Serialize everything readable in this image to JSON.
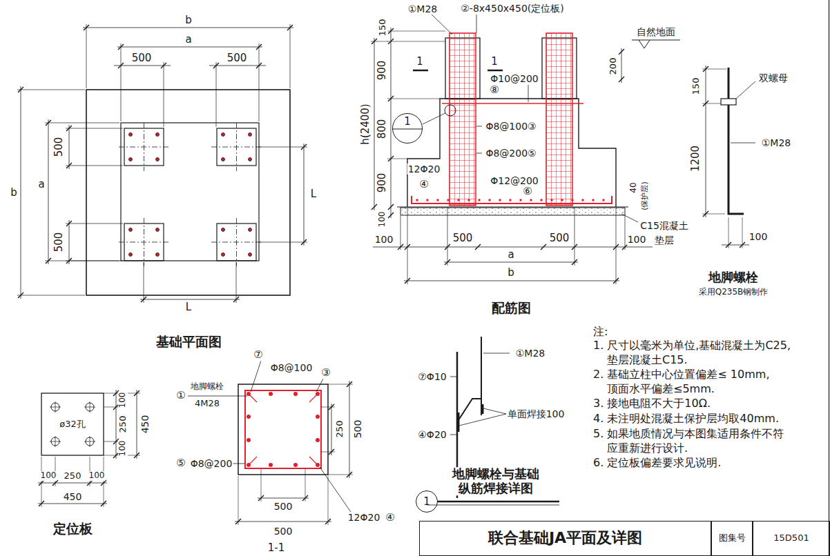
{
  "diagram": {
    "nodes": [
      {
        "text": [
          "1"
        ]
      },
      {
        "text": [
          "1"
        ]
      },
      {
        "text": [
          "联合基础JA平面及详图"
        ]
      },
      {
        "text": [
          "图集号"
        ]
      },
      {
        "text": [
          "15D501"
        ]
      }
    ],
    "labels": [
      "b",
      "a",
      "500",
      "500",
      "b",
      "a",
      "500",
      "500",
      "L",
      "L",
      "基础平面图",
      "①M28",
      "②-8x450x450(定位板)",
      "150",
      "900",
      "h(2400)",
      "800",
      "900",
      "100",
      "1",
      "1",
      "自然地面",
      "200",
      "Φ10@200",
      "⑧",
      "Φ8@100③",
      "12Φ20",
      "④",
      "Φ8@200⑤",
      "Φ12@200",
      "⑥",
      "40",
      "(保护层)",
      "C15混凝土",
      "垫层",
      "100",
      "500",
      "500",
      "100",
      "a",
      "b",
      "配筋图",
      "双螺母",
      "150",
      "①M28",
      "1200",
      "100",
      "地脚螺栓",
      "采用Q235B钢制作",
      "注:",
      "1. 尺寸以毫米为单位,基础混凝土为C25, 垫层混凝土C15.",
      "2. 基础立柱中心位置偏差≤ 10mm, 顶面水平偏差≤5mm.",
      "3. 接地电阻不大于10Ω.",
      "4. 未注明处混凝土保护层均取40mm.",
      "5. 如果地质情况与本图集适用条件不符 应重新进行设计.",
      "6. 定位板偏差要求见说明.",
      "①M28",
      "⑦Φ10",
      "单面焊接100",
      "④Φ20",
      "地脚螺栓与基础 纵筋焊接详图",
      "ø32孔",
      "100",
      "250",
      "100",
      "450",
      "100",
      "250",
      "100",
      "450",
      "定位板",
      "⑦",
      "Φ8@100",
      "③",
      "地脚螺栓",
      "①",
      "4M28",
      "250",
      "500",
      "⑤",
      "Φ8@200",
      "500",
      "12Φ20",
      "④",
      "500",
      "1-1"
    ]
  }
}
